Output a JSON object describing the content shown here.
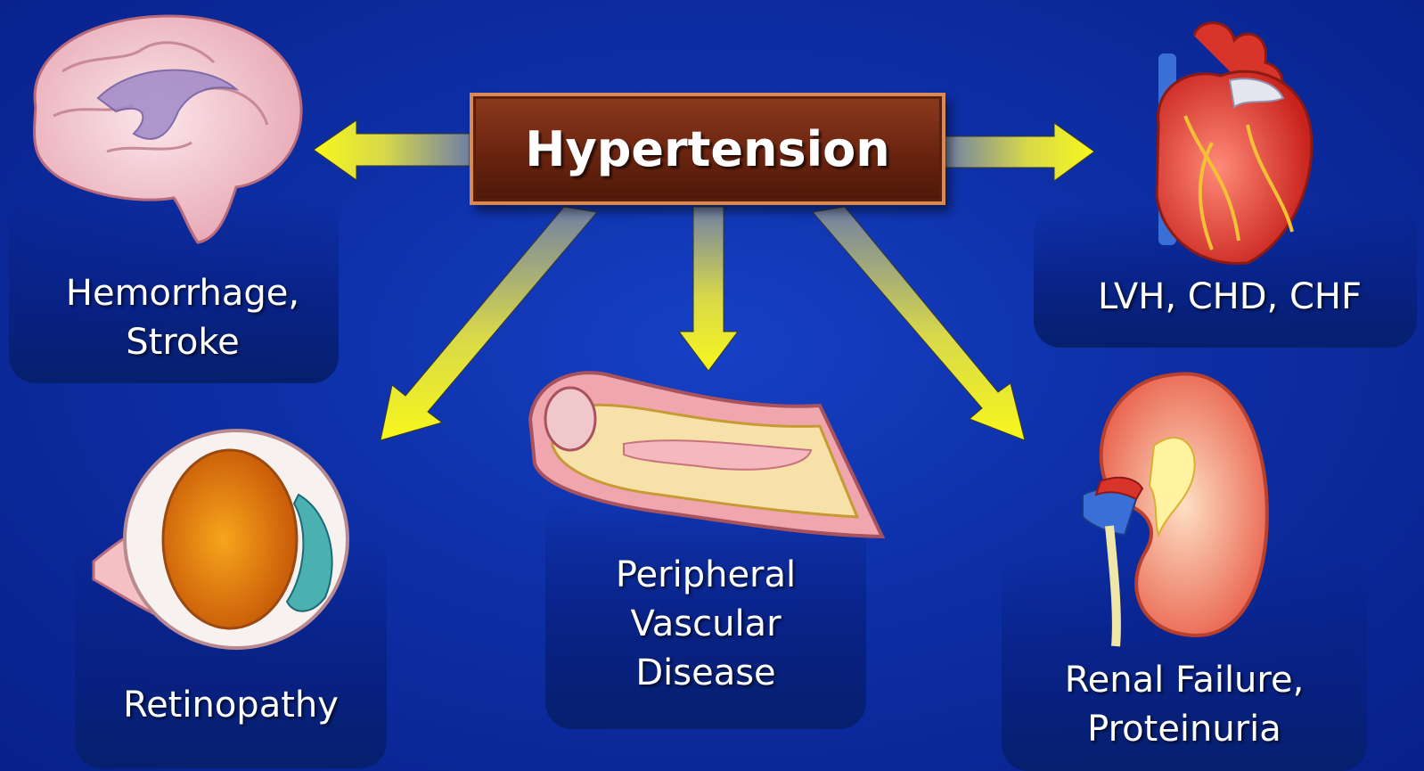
{
  "center": {
    "label": "Hypertension"
  },
  "outcomes": {
    "brain": {
      "line1": "Hemorrhage,",
      "line2": "Stroke"
    },
    "heart": {
      "line1": "LVH, CHD, CHF"
    },
    "eye": {
      "line1": "Retinopathy"
    },
    "vessel": {
      "line1": "Peripheral",
      "line2": "Vascular",
      "line3": "Disease"
    },
    "kidney": {
      "line1": "Renal Failure,",
      "line2": "Proteinuria"
    }
  },
  "colors": {
    "background": "#0d2fa6",
    "arrow": "#f5f51a",
    "box": "#6a2410",
    "box_border": "#d98a52",
    "text": "#ffffff"
  },
  "icons": [
    "brain-icon",
    "heart-icon",
    "eye-icon",
    "artery-icon",
    "kidney-icon"
  ]
}
